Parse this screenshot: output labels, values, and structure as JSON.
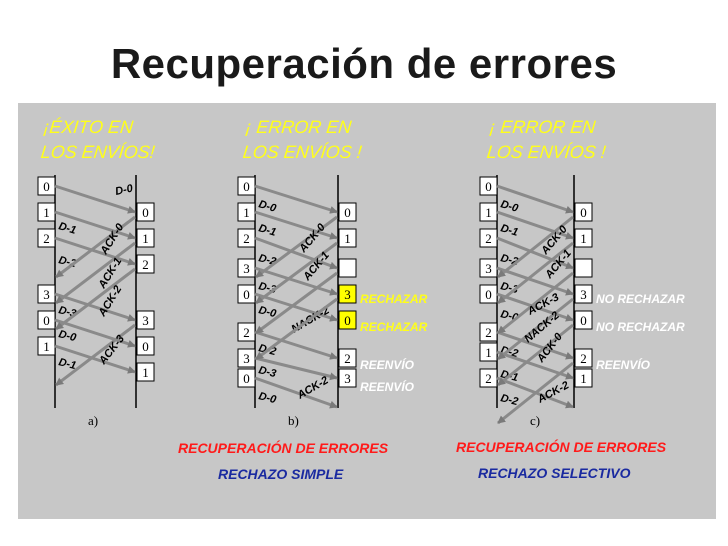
{
  "title": "Recuperación de errores",
  "colors": {
    "panel": "#c7c7c7",
    "yellow": "#ffff1a",
    "red": "#ff1a1a",
    "navy": "#1a2aa0",
    "arrow": "#8a8a8a",
    "highlight": "#ffff00"
  },
  "diagrams": [
    {
      "id": "a",
      "heading": [
        "¡ÉXITO EN",
        "LOS ENVÍOS!"
      ],
      "caption": "a)",
      "left_boxes": [
        "0",
        "1",
        "2",
        "3",
        "0",
        "1"
      ],
      "right_boxes": [
        "0",
        "1",
        "2",
        "3",
        "0",
        "1"
      ],
      "frames": [
        "D-0",
        "D-1",
        "D-2",
        "D-3",
        "D-0",
        "D-1"
      ],
      "acks": [
        "ACK-0",
        "ACK-1",
        "ACK-2",
        "ACK-3"
      ]
    },
    {
      "id": "b",
      "heading": [
        "¡ ERROR EN",
        "LOS ENVÍOS !"
      ],
      "caption": "b)",
      "left_boxes": [
        "0",
        "1",
        "2",
        "3",
        "0",
        "2",
        "3",
        "0"
      ],
      "right_boxes": [
        "0",
        "1",
        "",
        "3",
        "0",
        "2",
        "3"
      ],
      "frames": [
        "D-0",
        "D-1",
        "D-2",
        "D-3",
        "D-0",
        "D-2",
        "D-3",
        "D-0"
      ],
      "acks": [
        "ACK-0",
        "ACK-1",
        "NACK-2",
        "ACK-2"
      ],
      "notes": [
        "RECHAZAR",
        "RECHAZAR",
        "REENVÍO",
        "REENVÍO"
      ]
    },
    {
      "id": "c",
      "heading": [
        "¡ ERROR EN",
        "LOS ENVÍOS !"
      ],
      "caption": "c)",
      "left_boxes": [
        "0",
        "1",
        "2",
        "3",
        "0",
        "2",
        "1",
        "2"
      ],
      "right_boxes": [
        "0",
        "1",
        "",
        "3",
        "0",
        "2",
        "1"
      ],
      "frames": [
        "D-0",
        "D-1",
        "D-2",
        "D-3",
        "D-0",
        "D-2",
        "D-1",
        "D-2"
      ],
      "acks": [
        "ACK-0",
        "ACK-1",
        "ACK-3",
        "NACK-2",
        "ACK-0",
        "ACK-2"
      ],
      "notes": [
        "NO RECHAZAR",
        "NO RECHAZAR",
        "REENVÍO"
      ]
    }
  ],
  "bottom_labels": [
    {
      "line1": "RECUPERACIÓN DE ERRORES",
      "line2": "RECHAZO SIMPLE"
    },
    {
      "line1": "RECUPERACIÓN DE ERRORES",
      "line2": "RECHAZO SELECTIVO"
    }
  ]
}
